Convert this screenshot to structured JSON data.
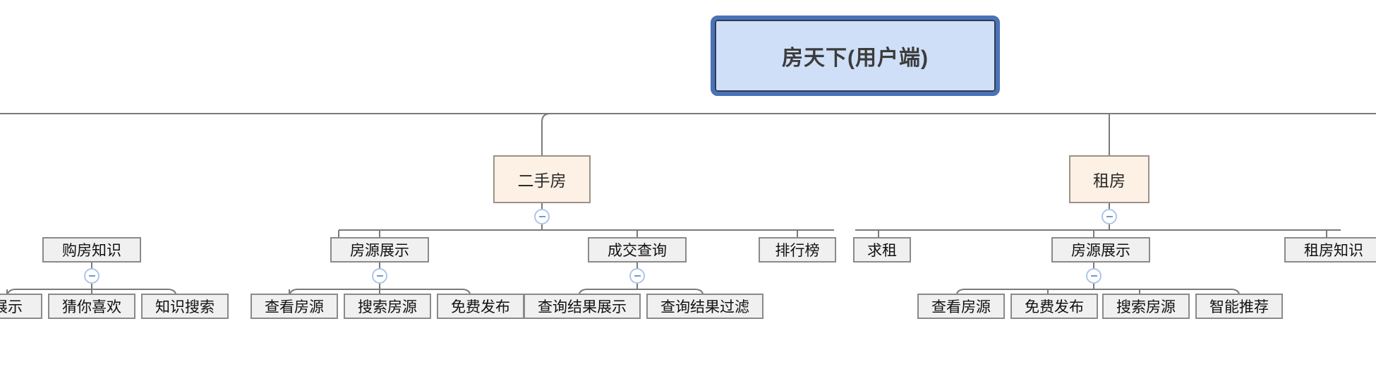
{
  "diagram": {
    "type": "sitemap-tree",
    "title": "房天下(用户端)",
    "colors": {
      "root_fill": "#CFDFF7",
      "root_border": "#4A72B8",
      "category_fill": "#FDF0E4",
      "category_border": "#9C9287",
      "leaf_fill": "#F0F0F0",
      "leaf_border": "#8A8A8A",
      "edge": "#7a7a7a",
      "toggle_border": "#AEC5E8",
      "toggle_glyph": "#6F9AD6"
    },
    "root": {
      "label": "房天下(用户端)"
    },
    "categories": [
      {
        "label": "二手房",
        "toggle": "collapse-minus"
      },
      {
        "label": "租房",
        "toggle": "collapse-minus"
      }
    ],
    "level2": [
      {
        "label": "购房知识",
        "toggle": "collapse-minus"
      },
      {
        "label": "房源展示",
        "toggle": "collapse-minus"
      },
      {
        "label": "成交查询",
        "toggle": "collapse-minus"
      },
      {
        "label": "排行榜",
        "toggle": null
      },
      {
        "label": "求租",
        "toggle": null
      },
      {
        "label": "房源展示",
        "toggle": "collapse-minus"
      },
      {
        "label": "租房知识",
        "toggle": null
      }
    ],
    "level3": {
      "gou_fang_zhi_shi": [
        "展示",
        "猜你喜欢",
        "知识搜索"
      ],
      "esf_fang_yuan_zhan_shi": [
        "查看房源",
        "搜索房源",
        "免费发布"
      ],
      "cheng_jiao_cha_xun": [
        "查询结果展示",
        "查询结果过滤"
      ],
      "zu_fang_yuan_zhan_shi": [
        "查看房源",
        "免费发布",
        "搜索房源",
        "智能推荐"
      ]
    }
  }
}
